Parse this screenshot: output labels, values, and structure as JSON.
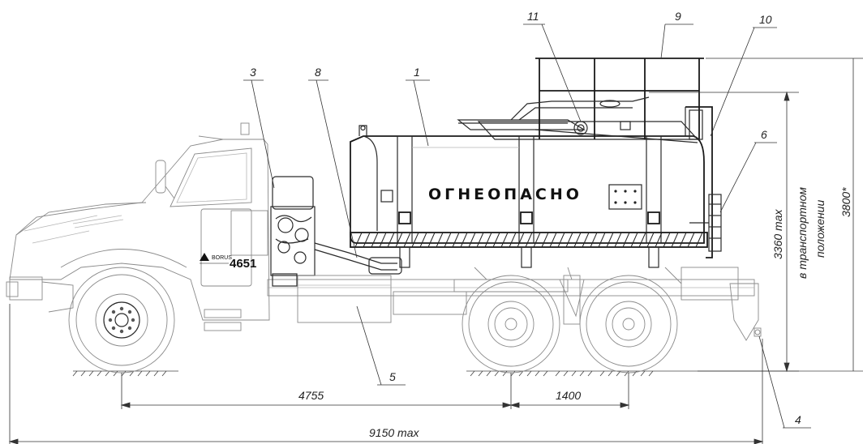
{
  "drawing": {
    "tank_warning": "ОГНЕОПАСНО",
    "cab_badge": {
      "brand": "BORUS",
      "model": "4651"
    },
    "callouts": [
      "1",
      "3",
      "4",
      "5",
      "6",
      "8",
      "9",
      "10",
      "11"
    ],
    "dimensions": {
      "wheelbase": "4755",
      "rear_axle_spacing": "1400",
      "overall_length": "9150 max",
      "height_transport": "3360 max",
      "height_transport_note_1": "в транспортном",
      "height_transport_note_2": "положении",
      "height_working": "3800*"
    }
  }
}
